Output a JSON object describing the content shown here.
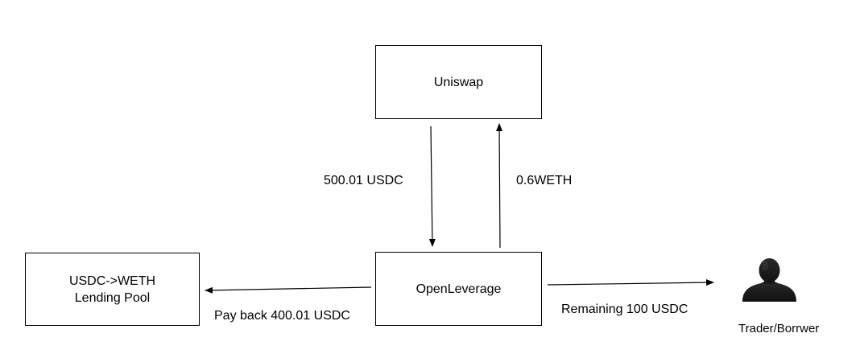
{
  "nodes": {
    "uniswap": {
      "label": "Uniswap"
    },
    "openleverage": {
      "label": "OpenLeverage"
    },
    "lending_pool": {
      "label_line1": "USDC->WETH",
      "label_line2": "Lending Pool"
    }
  },
  "actor": {
    "label": "Trader/Borrwer",
    "icon": "person-icon"
  },
  "edges": {
    "to_uniswap": {
      "label": "500.01 USDC"
    },
    "from_uniswap": {
      "label": "0.6WETH"
    },
    "to_lending_pool": {
      "label": "Pay back 400.01 USDC"
    },
    "to_trader": {
      "label": "Remaining 100 USDC"
    }
  },
  "colors": {
    "stroke": "#000000",
    "person_dark": "#1f1f1f",
    "person_light": "#8a8a8a"
  }
}
